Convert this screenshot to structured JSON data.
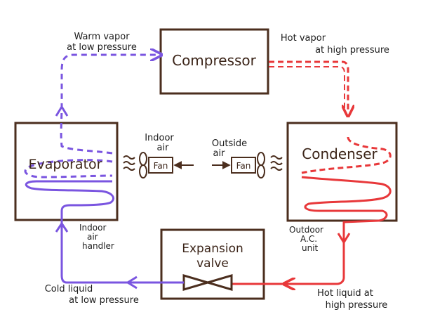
{
  "components": {
    "compressor": "Compressor",
    "condenser": "Condenser",
    "evaporator": "Evaporator",
    "expansion_line1": "Expansion",
    "expansion_line2": "valve"
  },
  "fans": {
    "indoor_fan": "Fan",
    "outdoor_fan": "Fan",
    "indoor_air_line1": "Indoor",
    "indoor_air_line2": "air",
    "outside_air_line1": "Outside",
    "outside_air_line2": "air"
  },
  "units": {
    "indoor_handler_line1": "Indoor",
    "indoor_handler_line2": "air",
    "indoor_handler_line3": "handler",
    "outdoor_unit_line1": "Outdoor",
    "outdoor_unit_line2": "A.C.",
    "outdoor_unit_line3": "unit"
  },
  "states": {
    "warm_vapor_line1": "Warm vapor",
    "warm_vapor_line2": "at low pressure",
    "hot_vapor_line1": "Hot vapor",
    "hot_vapor_line2": "at high pressure",
    "hot_liquid_line1": "Hot liquid at",
    "hot_liquid_line2": "high pressure",
    "cold_liquid_line1": "Cold liquid",
    "cold_liquid_line2": "at low pressure"
  },
  "colors": {
    "box": "#4b2e1e",
    "cold": "#7a55e0",
    "hot": "#e8383a",
    "text": "#1c1c1c"
  }
}
